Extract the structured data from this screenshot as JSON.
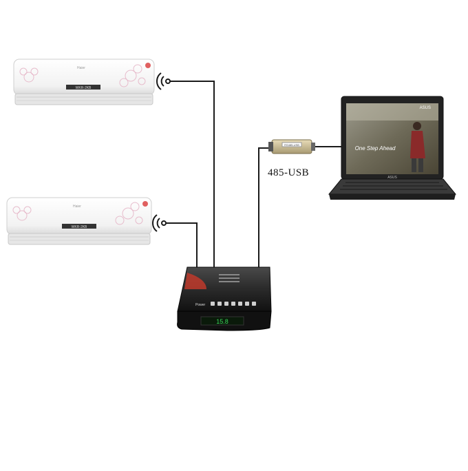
{
  "labels": {
    "converter": "485-USB",
    "ac_brand_1": "Haier",
    "ac_brand_2": "Haier",
    "ac_panel_1": "WKR-2KB",
    "ac_panel_2": "WKR-2KB",
    "controller_display": "15.8",
    "controller_power": "Power",
    "laptop_brand": "ASUS",
    "laptop_brand_screen": "ASUS",
    "laptop_screen_text": "One Step Ahead",
    "converter_chip_text": "RS485-USB"
  },
  "icons": {
    "ac_signal_1": "wireless-signal-icon",
    "ac_signal_2": "wireless-signal-icon"
  },
  "colors": {
    "wire": "#1a1a1a",
    "controller_body": "#2b2b2b",
    "controller_accent": "#c0392b",
    "display": "#39d45a",
    "ac_body": "#f4f4f4"
  }
}
